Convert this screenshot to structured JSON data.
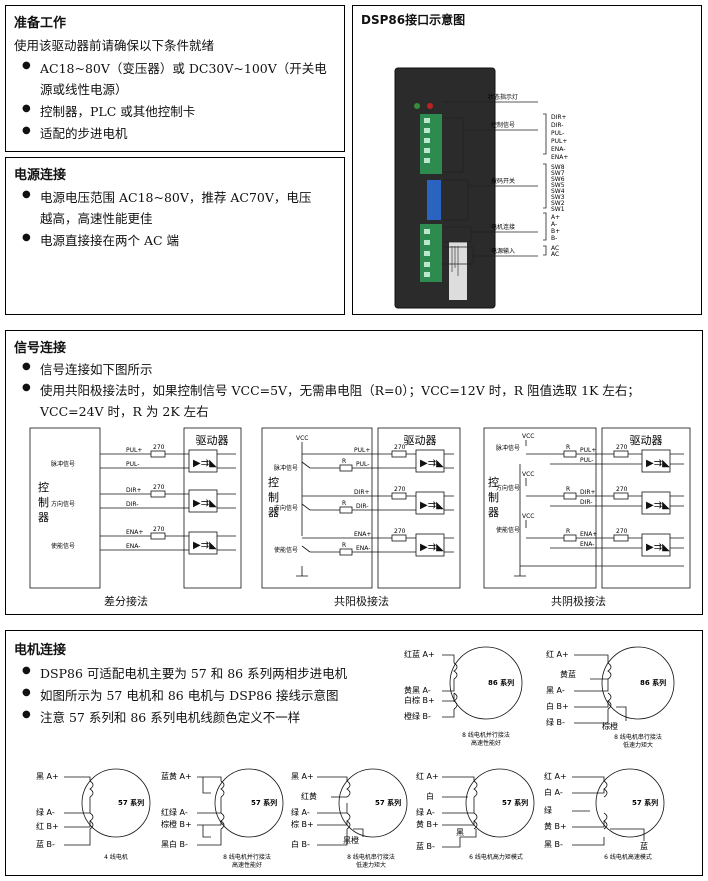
{
  "prep": {
    "title": "准备工作",
    "intro": "使用该驱动器前请确保以下条件就绪",
    "items": [
      "AC18~80V（变压器）或 DC30V~100V（开关电",
      "源或线性电源）",
      "控制器，PLC 或其他控制卡",
      "适配的步进电机"
    ]
  },
  "power": {
    "title": "电源连接",
    "items": [
      "电源电压范围 AC18~80V，推荐 AC70V，电压",
      "越高，高速性能更佳",
      "电源直接接在两个 AC 端"
    ]
  },
  "iface": {
    "title": "DSP86接口示意图",
    "groups": [
      "状态指示灯",
      "控制信号",
      "拨码开关",
      "电机连接",
      "电源输入"
    ],
    "ctrl_pins": [
      "DIR+",
      "DIR-",
      "PUL-",
      "PUL+",
      "ENA-",
      "ENA+"
    ],
    "sw_pins": [
      "SW8",
      "SW7",
      "SW6",
      "SW5",
      "SW4",
      "SW3",
      "SW2",
      "SW1"
    ],
    "motor_pins": [
      "A+",
      "A-",
      "B+",
      "B-"
    ],
    "power_pins": [
      "AC",
      "AC"
    ]
  },
  "signal": {
    "title": "信号连接",
    "items": [
      "信号连接如下图所示",
      "使用共阳极接法时，如果控制信号 VCC=5V，无需串电阻（R=0）；VCC=12V 时，R 阻值选取 1K 左右；",
      "VCC=24V 时，R 为 2K 左右"
    ],
    "captions": [
      "差分接法",
      "共阳极接法",
      "共阴极接法"
    ],
    "driver": "驱动器",
    "controller": [
      "控",
      "制",
      "器"
    ],
    "sig_names": [
      "脉冲信号",
      "方向信号",
      "使能信号"
    ],
    "pins": [
      "PUL+",
      "PUL-",
      "DIR+",
      "DIR-",
      "ENA+",
      "ENA-"
    ],
    "res": "270",
    "r": "R",
    "vcc": "VCC"
  },
  "motor": {
    "title": "电机连接",
    "items": [
      "DSP86 可适配电机主要为 57 和 86 系列两相步进电机",
      "如图所示为 57 电机和 86 电机与 DSP86 接线示意图",
      "注意 57 系列和 86 系列电机线颜色定义不一样"
    ],
    "m86a": {
      "labels": [
        "红蓝 A+",
        "黄黑 A-",
        "白棕 B+",
        "橙绿 B-"
      ],
      "name": "86 系列",
      "cap1": "8 线电机并行接法",
      "cap2": "高速性能好"
    },
    "m86b": {
      "labels": [
        "红 A+",
        "黄蓝",
        "黑 A-",
        "白 B+",
        "棕橙",
        "绿 B-"
      ],
      "name": "86 系列",
      "cap1": "8 线电机串行接法",
      "cap2": "低速力矩大"
    },
    "m57a": {
      "labels": [
        "黑 A+",
        "绿 A-",
        "红 B+",
        "蓝 B-"
      ],
      "name": "57 系列",
      "cap1": "4 线电机"
    },
    "m57b": {
      "labels": [
        "蓝黄 A+",
        "红绿 A-",
        "棕橙 B+",
        "黑白 B-"
      ],
      "name": "57 系列",
      "cap1": "8 线电机并行接法",
      "cap2": "高速性能好"
    },
    "m57c": {
      "labels": [
        "黑 A+",
        "红黄",
        "绿 A-",
        "棕 B+",
        "黑橙",
        "白 B-"
      ],
      "name": "57 系列",
      "cap1": "8 线电机串行接法",
      "cap2": "低速力矩大"
    },
    "m57d": {
      "labels": [
        "红 A+",
        "白",
        "绿 A-",
        "黄 B+",
        "黑",
        "蓝 B-"
      ],
      "name": "57 系列",
      "cap1": "6 线电机高力矩模式"
    },
    "m57e": {
      "labels": [
        "红 A+",
        "白 A-",
        "绿",
        "黄 B+",
        "蓝",
        "黑 B-"
      ],
      "name": "57 系列",
      "cap1": "6 线电机高速模式"
    }
  }
}
